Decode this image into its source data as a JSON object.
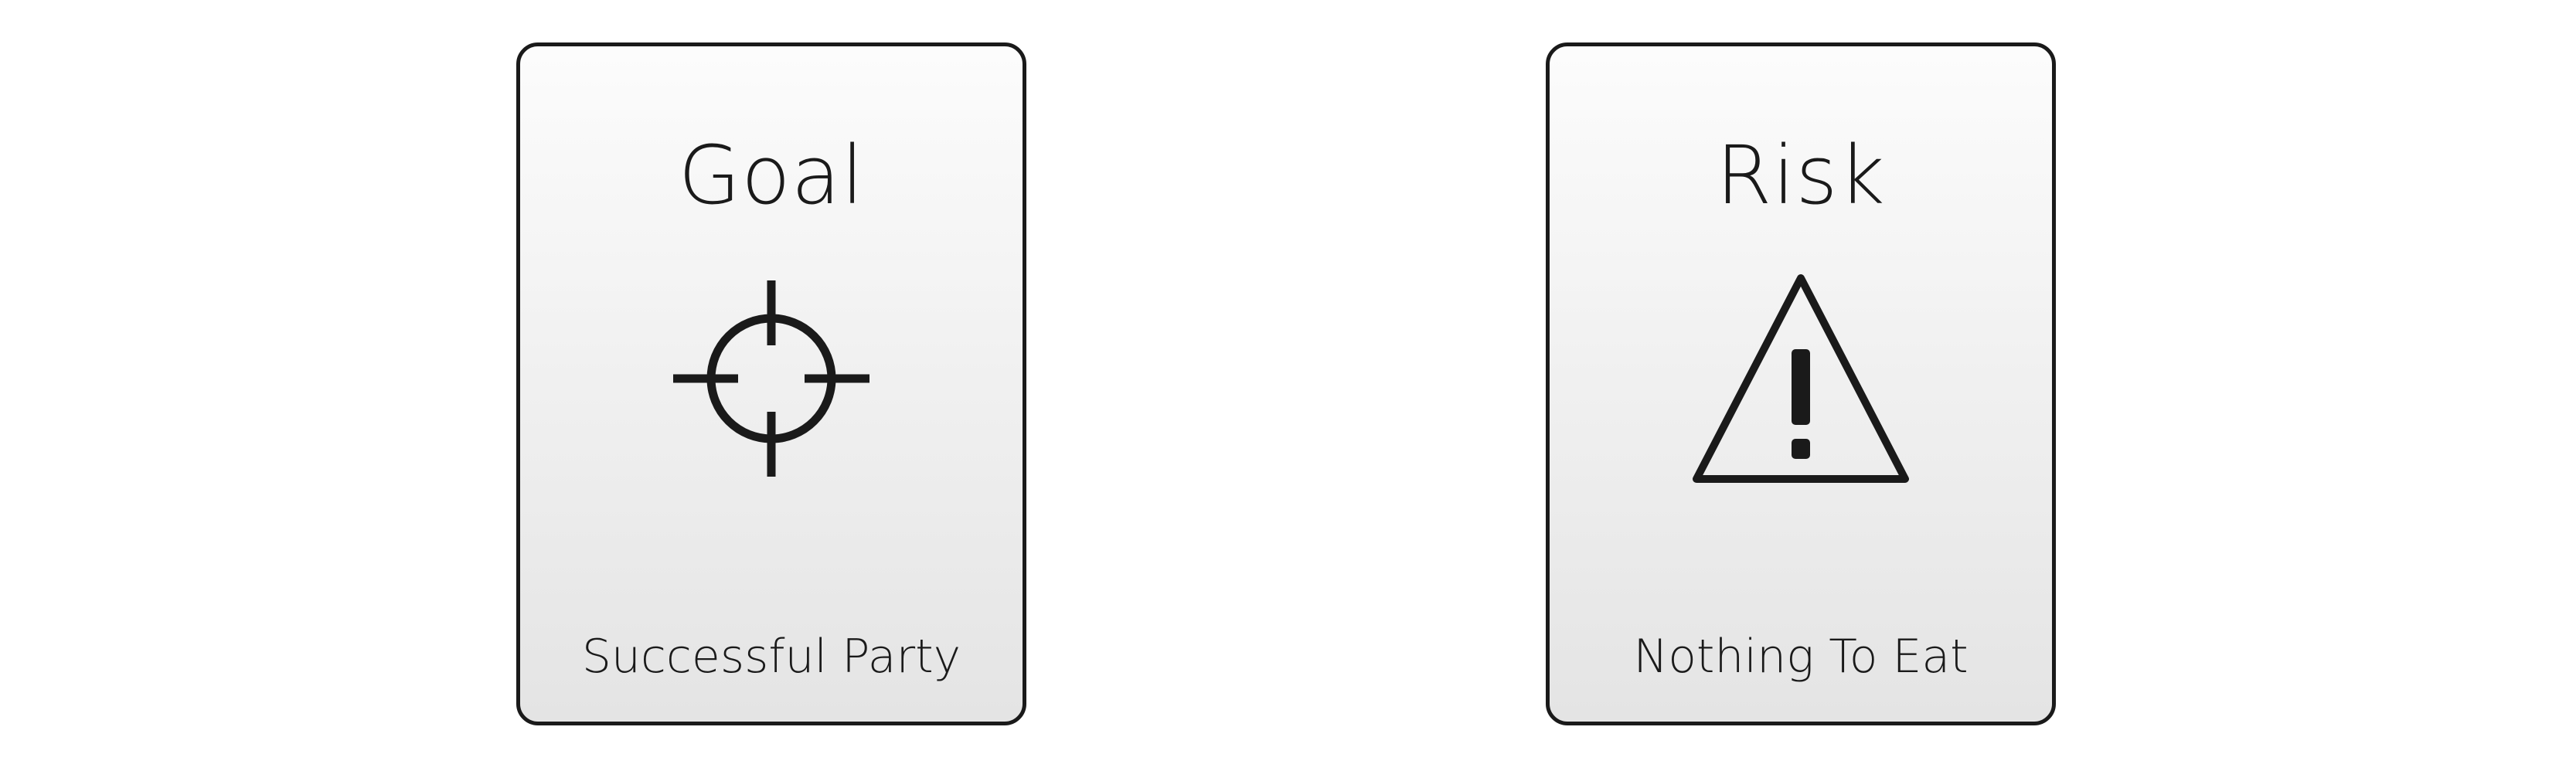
{
  "cards": [
    {
      "title": "Goal",
      "icon": "crosshair-icon",
      "caption": "Successful Party"
    },
    {
      "title": "Risk",
      "icon": "warning-triangle-icon",
      "caption": "Nothing To Eat"
    }
  ],
  "colors": {
    "ink": "#1a1a1a",
    "card_top": "#fcfcfc",
    "card_bottom": "#e4e4e4",
    "background": "#ffffff"
  }
}
